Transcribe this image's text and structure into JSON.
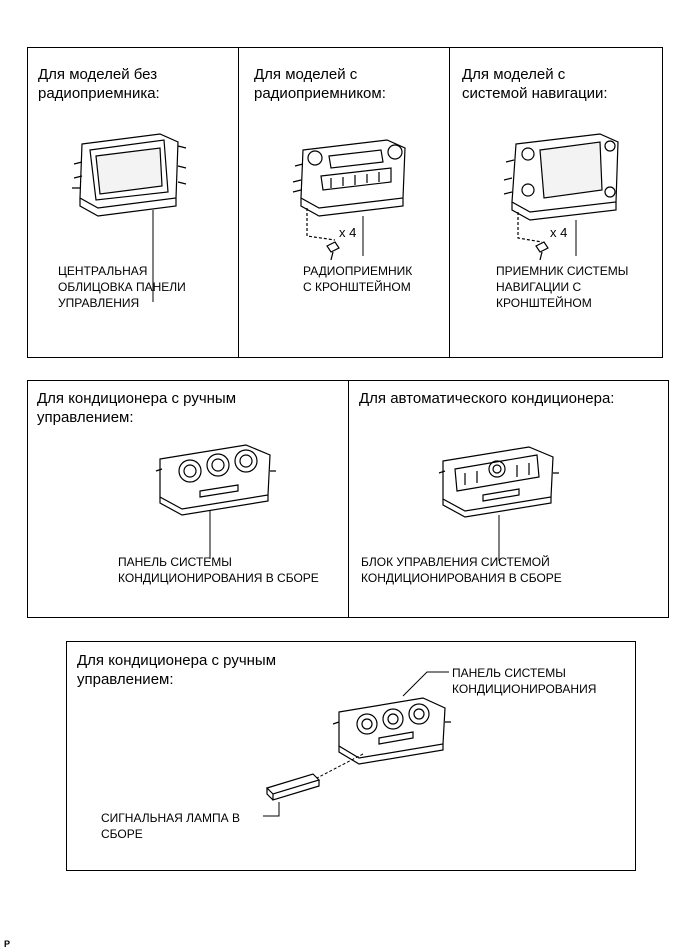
{
  "panel_top": {
    "cells": [
      {
        "heading": "Для моделей без\nрадиоприемника:",
        "label": "ЦЕНТРАЛЬНАЯ\nОБЛИЦОВКА ПАНЕЛИ\nУПРАВЛЕНИЯ"
      },
      {
        "heading": "Для моделей с\nрадиоприемником:",
        "label": "РАДИОПРИЕМНИК\nС КРОНШТЕЙНОМ",
        "qty": "x 4"
      },
      {
        "heading": "Для моделей с\nсистемой навигации:",
        "label": "ПРИЕМНИК СИСТЕМЫ\nНАВИГАЦИИ С\nКРОНШТЕЙНОМ",
        "qty": "x 4"
      }
    ]
  },
  "panel_middle": {
    "cells": [
      {
        "heading": "Для кондиционера с ручным\nуправлением:",
        "label": "ПАНЕЛЬ СИСТЕМЫ\nКОНДИЦИОНИРОВАНИЯ В СБОРЕ"
      },
      {
        "heading": "Для автоматического кондиционера:",
        "label": "БЛОК УПРАВЛЕНИЯ СИСТЕМОЙ\nКОНДИЦИОНИРОВАНИЯ В СБОРЕ"
      }
    ]
  },
  "panel_bottom": {
    "heading": "Для кондиционера с ручным\nуправлением:",
    "label_panel": "ПАНЕЛЬ СИСТЕМЫ\nКОНДИЦИОНИРОВАНИЯ",
    "label_lamp": "СИГНАЛЬНАЯ ЛАМПА В\nСБОРЕ"
  },
  "corner_mark": "P"
}
